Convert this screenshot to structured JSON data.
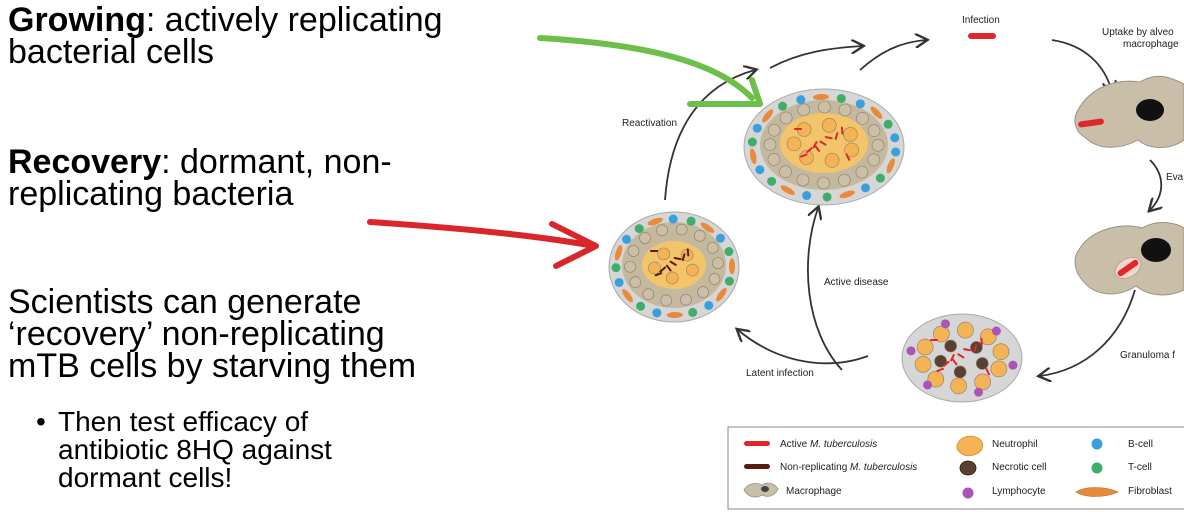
{
  "slide": {
    "growing_term": "Growing",
    "growing_rest": ": actively replicating",
    "growing_line2": "bacterial cells",
    "recovery_term": "Recovery",
    "recovery_rest": ": dormant, non-",
    "recovery_line2": "replicating bacteria",
    "scientists_line1": "Scientists can generate",
    "scientists_line2": "‘recovery’ non-replicating",
    "scientists_line3": "mTB cells by starving them",
    "bullet_line1": "Then test efficacy of",
    "bullet_line2": "antibiotic 8HQ against",
    "bullet_line3": "dormant cells!"
  },
  "diagram": {
    "labels": {
      "infection": "Infection",
      "uptake_line1": "Uptake by alveo",
      "uptake_line2": "macrophage",
      "evasion": "Eva",
      "granuloma": "Granuloma f",
      "reactivation": "Reactivation",
      "active_disease": "Active disease",
      "latent_infection": "Latent infection"
    },
    "legend": {
      "active_prefix": "Active ",
      "active_italic": "M. tuberculosis",
      "nonrep_prefix": "Non-replicating ",
      "nonrep_italic": "M. tuberculosis",
      "macrophage": "Macrophage",
      "neutrophil": "Neutrophil",
      "necrotic": "Necrotic cell",
      "lymphocyte": "Lymphocyte",
      "bcell": "B-cell",
      "tcell": "T-cell",
      "fibroblast": "Fibroblast"
    },
    "colors": {
      "green_arrow": "#6cc04a",
      "red_arrow": "#d9262b",
      "active_mtb": "#e0262a",
      "nonrep_mtb": "#5a1a10",
      "neutrophil": "#f4b455",
      "bcell": "#3aa0dc",
      "tcell": "#3fae6a",
      "lymphocyte": "#a855b5",
      "fibroblast": "#e88a3a",
      "macrophage": "#cbbfa8",
      "granuloma_bg": "#d6d6d6"
    }
  }
}
